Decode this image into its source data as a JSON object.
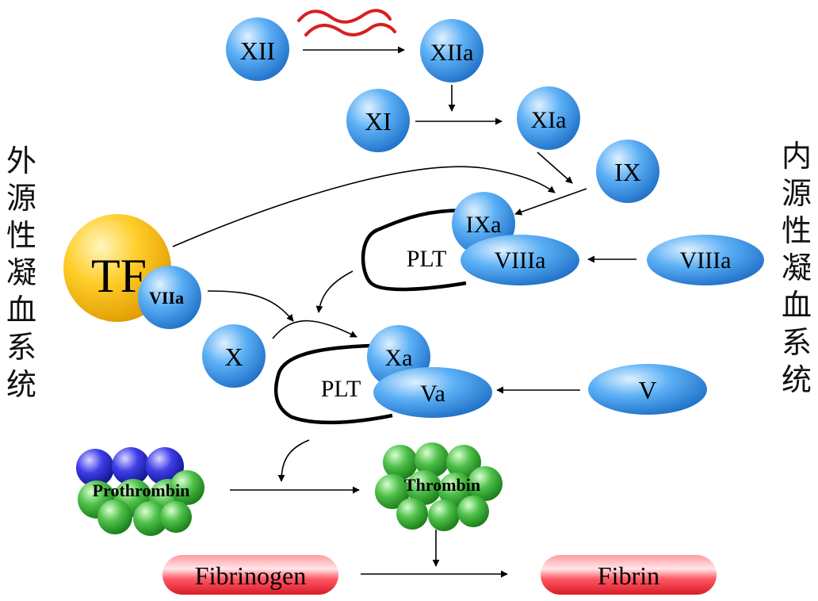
{
  "side_labels": {
    "left": [
      "外",
      "源",
      "性",
      "凝",
      "血",
      "系",
      "统"
    ],
    "right": [
      "内",
      "源",
      "性",
      "凝",
      "血",
      "系",
      "统"
    ]
  },
  "nodes": {
    "xii": "XII",
    "xiia": "XIIa",
    "xi": "XI",
    "xia": "XIa",
    "ix": "IX",
    "ixa": "IXa",
    "plt1": "PLT",
    "viiia_bound": "VIIIa",
    "viiia_free": "VIIIa",
    "tf": "TF",
    "viia": "VIIa",
    "x": "X",
    "xa": "Xa",
    "plt2": "PLT",
    "va": "Va",
    "v": "V",
    "prothrombin": "Prothrombin",
    "thrombin": "Thrombin",
    "fibrinogen": "Fibrinogen",
    "fibrin": "Fibrin"
  },
  "colors": {
    "factor_blue": "#2f8fe8",
    "tf_yellow": "#f7b800",
    "collagen_red": "#d81e1e",
    "prothrombin_cap": "#2525d8",
    "cluster_green": "#2fa82f",
    "fibrin_red": "#ee2233"
  }
}
